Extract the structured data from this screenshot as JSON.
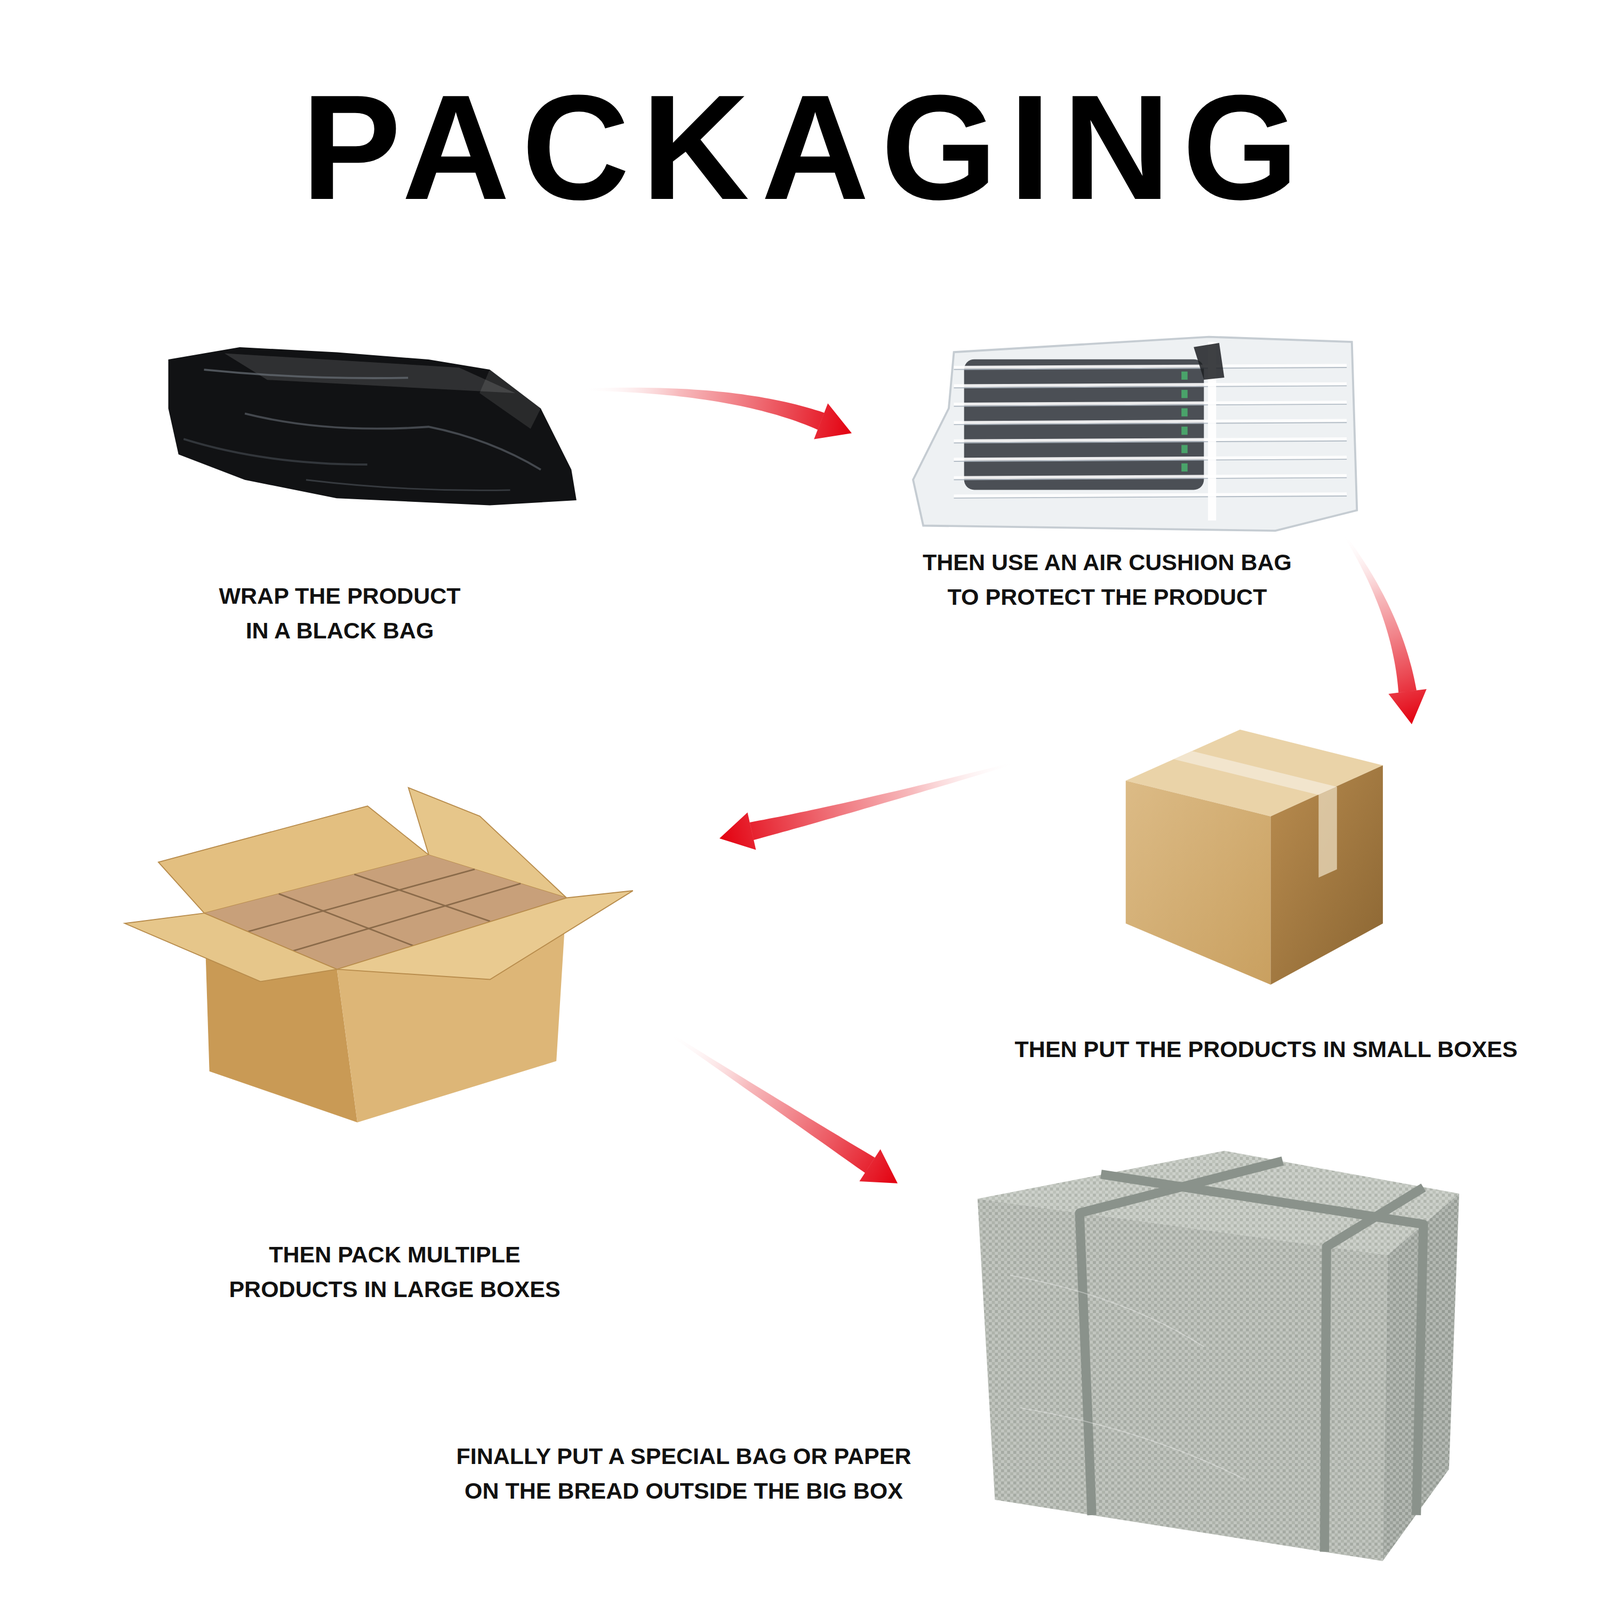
{
  "diagram": {
    "title": "PACKAGING",
    "nodes": [
      {
        "text": [
          "WRAP THE PRODUCT IN A BLACK BAG"
        ]
      },
      {
        "text": [
          "THEN USE AN AIR CUSHION BAG TO PROTECT THE PRODUCT"
        ]
      },
      {
        "text": [
          "THEN PUT THE PRODUCTS IN SMALL BOXES"
        ]
      },
      {
        "text": [
          "THEN PACK MULTIPLE PRODUCTS IN LARGE BOXES"
        ]
      },
      {
        "text": [
          "FINALLY PUT A SPECIAL BAG OR PAPER ON THE BREAD OUTSIDE THE BIG BOX"
        ]
      }
    ],
    "edges": [
      {
        "from": 0,
        "to": 1,
        "arrow": "to"
      },
      {
        "from": 1,
        "to": 2,
        "arrow": "to"
      },
      {
        "from": 2,
        "to": 3,
        "arrow": "to"
      },
      {
        "from": 3,
        "to": 4,
        "arrow": "to"
      }
    ]
  }
}
